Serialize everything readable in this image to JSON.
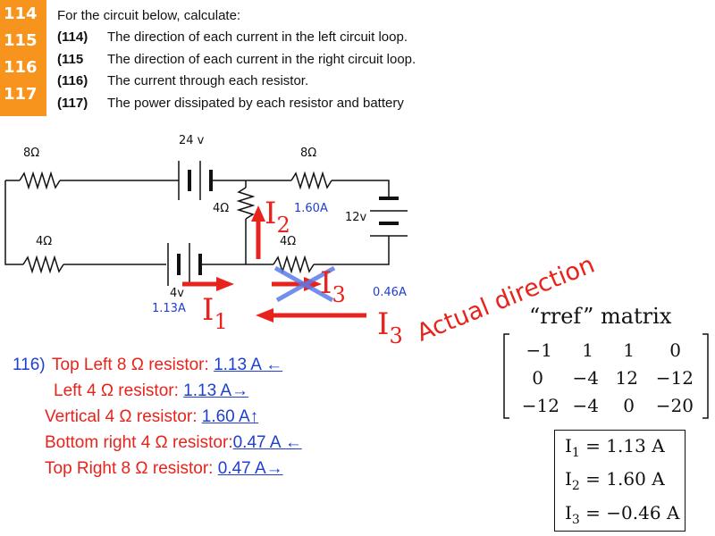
{
  "problem_numbers": [
    "114",
    "115",
    "116",
    "117"
  ],
  "intro": "For the circuit below, calculate:",
  "questions": [
    {
      "tag": "(114)",
      "text": "The direction of each current in the left circuit loop."
    },
    {
      "tag": "(115",
      "text": "The direction of each current in the right circuit loop."
    },
    {
      "tag": "(116)",
      "text": "The current through each resistor."
    },
    {
      "tag": "(117)",
      "text": "The power dissipated by each resistor and battery"
    }
  ],
  "circuit": {
    "top_left_resistor": "8Ω",
    "battery_top": "24 v",
    "top_right_resistor": "8Ω",
    "vertical_resistor": "4Ω",
    "current_i2_value": "1.60A",
    "battery_right": "12v",
    "left_resistor": "4Ω",
    "bottom_right_resistor": "4Ω",
    "battery_bottom": "4v",
    "current_i1_value": "1.13A",
    "current_i3_value": "0.46A",
    "i1": "I",
    "i1_sub": "1",
    "i2": "I",
    "i2_sub": "2",
    "i3": "I",
    "i3_sub": "3",
    "i3_crossed": "I",
    "i3_crossed_sub": "3",
    "actual_direction": "Actual direction"
  },
  "answers": {
    "prefix": "116)",
    "rows": [
      {
        "label": "Top Left 8 Ω resistor: ",
        "value": "1.13 A ←"
      },
      {
        "label": "Left 4 Ω resistor: ",
        "value": "1.13 A→"
      },
      {
        "label": "Vertical 4 Ω resistor: ",
        "value": "1.60 A↑"
      },
      {
        "label": "Bottom right 4 Ω resistor:",
        "value": "0.47 A ←"
      },
      {
        "label": "Top Right 8 Ω resistor: ",
        "value": "0.47  A→"
      }
    ]
  },
  "matrix": {
    "title": "“rref” matrix",
    "rows": [
      [
        "−1",
        "1",
        "1",
        "0"
      ],
      [
        "0",
        "−4",
        "12",
        "−12"
      ],
      [
        "−12",
        "−4",
        "0",
        "−20"
      ]
    ]
  },
  "results": [
    {
      "var": "I",
      "sub": "1",
      "eq": " = 1.13 A"
    },
    {
      "var": "I",
      "sub": "2",
      "eq": " = 1.60 A"
    },
    {
      "var": "I",
      "sub": "3",
      "eq": " = −0.46 A"
    }
  ]
}
